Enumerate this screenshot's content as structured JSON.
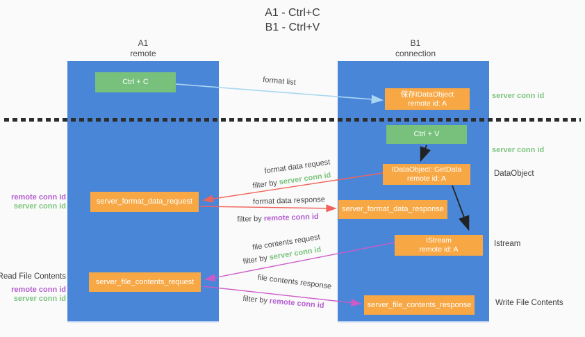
{
  "colors": {
    "background": "#fafafa",
    "lane_blue": "#4a86d8",
    "box_green": "#77c17c",
    "box_orange": "#f7a845",
    "arrow_red": "#f0635a",
    "arrow_magenta": "#cc5bc8",
    "arrow_blue": "#a9d7f2",
    "arrow_black": "#222222",
    "text_green": "#7cc47f",
    "text_purple": "#b45ecf",
    "text_gray": "#3d3d3d"
  },
  "title": {
    "line1": "A1 - Ctrl+C",
    "line2": "B1 - Ctrl+V"
  },
  "columns": {
    "a1": {
      "name": "A1",
      "subtitle": "remote"
    },
    "b1": {
      "name": "B1",
      "subtitle": "connection"
    }
  },
  "nodes": {
    "ctrl_c": "Ctrl + C",
    "ctrl_v": "Ctrl + V",
    "save_dataobject": {
      "line1": "保存IDataObject",
      "line2": "remote id: A"
    },
    "getdata": {
      "line1": "IDataObject::GetData",
      "line2": "remote id: A"
    },
    "istream": {
      "line1": "IStream",
      "line2": "remote id: A"
    },
    "format_request": "server_format_data_request",
    "format_response": "server_format_data_response",
    "file_request": "server_file_contents_request",
    "file_response": "server_file_contents_response"
  },
  "side_labels": {
    "server_conn_id": "server conn id",
    "remote_conn_id": "remote conn id",
    "dataobject": "DataObject",
    "istream": "Istream",
    "read_file": "Read File Contents",
    "write_file": "Write File Contents"
  },
  "arrow_labels": {
    "format_list": "format list",
    "format_data_request": "format data request",
    "format_data_response": "format data response",
    "file_contents_request": "file contents request",
    "file_contents_response": "file contents response",
    "filter_by": "filter by "
  }
}
